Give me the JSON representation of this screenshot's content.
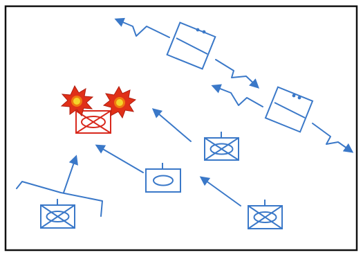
{
  "diagram": {
    "colors": {
      "frame": "#111111",
      "friendly": "#3a78c8",
      "hostile": "#d8281c",
      "explosion_outer": "#e03018",
      "explosion_mid": "#f07a10",
      "explosion_inner": "#f4d62a",
      "background": "#ffffff"
    },
    "symbols": [
      {
        "name": "enemy-armor-unit-icon",
        "kind": "armor",
        "affiliation": "hostile",
        "status": "destroyed"
      },
      {
        "name": "friendly-armor-unit-center-icon",
        "kind": "armor",
        "affiliation": "friendly"
      },
      {
        "name": "friendly-armor-unit-bottom-left-icon",
        "kind": "armor",
        "affiliation": "friendly"
      },
      {
        "name": "friendly-armor-unit-bottom-right-icon",
        "kind": "armor",
        "affiliation": "friendly"
      },
      {
        "name": "friendly-recon-unit-icon",
        "kind": "reconnaissance",
        "affiliation": "friendly"
      },
      {
        "name": "friendly-aviation-unit-top-icon",
        "kind": "aviation",
        "affiliation": "friendly"
      },
      {
        "name": "friendly-aviation-unit-right-icon",
        "kind": "aviation",
        "affiliation": "friendly"
      }
    ],
    "arrows": [
      {
        "name": "attack-arrow-center-icon",
        "style": "straight"
      },
      {
        "name": "attack-arrow-recon-icon",
        "style": "straight"
      },
      {
        "name": "attack-arrow-bottom-right-icon",
        "style": "straight"
      },
      {
        "name": "attack-arrow-fork-icon",
        "style": "forked"
      },
      {
        "name": "air-route-arrow-top-icon",
        "style": "zigzag"
      },
      {
        "name": "air-route-arrow-middle-icon",
        "style": "zigzag"
      },
      {
        "name": "air-route-arrow-return-icon",
        "style": "zigzag"
      },
      {
        "name": "air-route-arrow-right-icon",
        "style": "zigzag"
      }
    ]
  }
}
